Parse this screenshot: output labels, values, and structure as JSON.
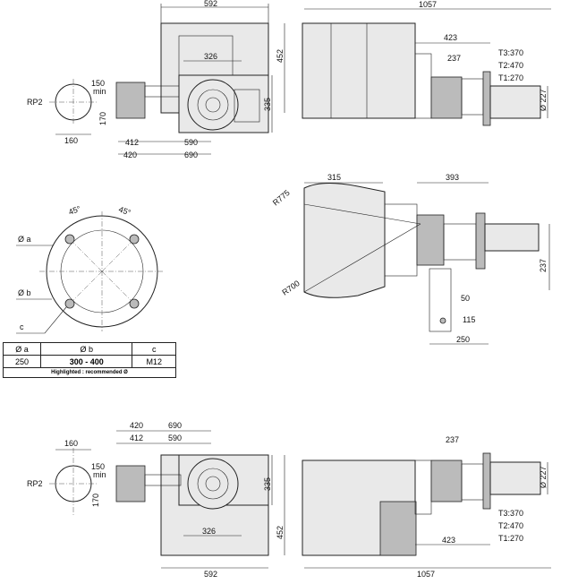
{
  "top_side_view": {
    "width": "592",
    "inner": "326",
    "height": "452",
    "flange": "335",
    "gas_min": "150",
    "gas_min_unit": "min",
    "gas_conn": "RP2",
    "gas_h": "170",
    "pipe_d": "160",
    "d412": "412",
    "d420": "420",
    "d590": "590",
    "d690": "690"
  },
  "top_front_view": {
    "length": "1057",
    "head": "423",
    "flange": "237",
    "t3": "T3:370",
    "t2": "T2:470",
    "t1": "T1:270",
    "tube_d": "Ø 227"
  },
  "flange_view": {
    "angle1": "45°",
    "angle2": "45°",
    "a": "Ø a",
    "b": "Ø b",
    "c": "c"
  },
  "middle_view": {
    "d315": "315",
    "d393": "393",
    "r775": "R775",
    "r700": "R700",
    "d237": "237",
    "d50": "50",
    "d115": "115",
    "d250": "250"
  },
  "table": {
    "headers": [
      "Ø a",
      "Ø b",
      "c"
    ],
    "values": [
      "250",
      "300 - 400",
      "M12"
    ],
    "note": "Highlighted : recommended Ø"
  },
  "bottom_side_view": {
    "pipe_d": "160",
    "d420": "420",
    "d690": "690",
    "d412": "412",
    "d590": "590",
    "gas_min": "150",
    "gas_min_unit": "min",
    "gas_conn": "RP2",
    "gas_h": "170",
    "flange": "335",
    "inner": "326",
    "height": "452",
    "width": "592"
  },
  "bottom_front_view": {
    "flange": "237",
    "tube_d": "Ø 227",
    "t3": "T3:370",
    "t2": "T2:470",
    "t1": "T1:270",
    "head": "423",
    "length": "1057"
  }
}
